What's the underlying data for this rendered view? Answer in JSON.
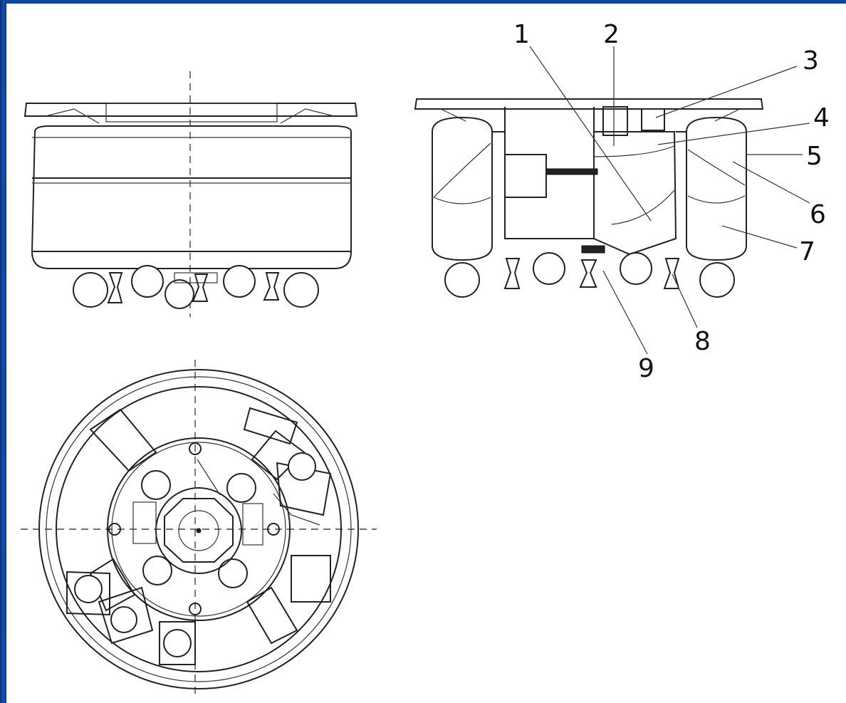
{
  "callouts": [
    {
      "label": "1"
    },
    {
      "label": "2"
    },
    {
      "label": "3"
    },
    {
      "label": "4"
    },
    {
      "label": "5"
    },
    {
      "label": "6"
    },
    {
      "label": "7"
    },
    {
      "label": "8"
    },
    {
      "label": "9"
    }
  ],
  "colors": {
    "slide_border": "#0d45a8",
    "background": "#ffffff",
    "line": "#222222"
  }
}
